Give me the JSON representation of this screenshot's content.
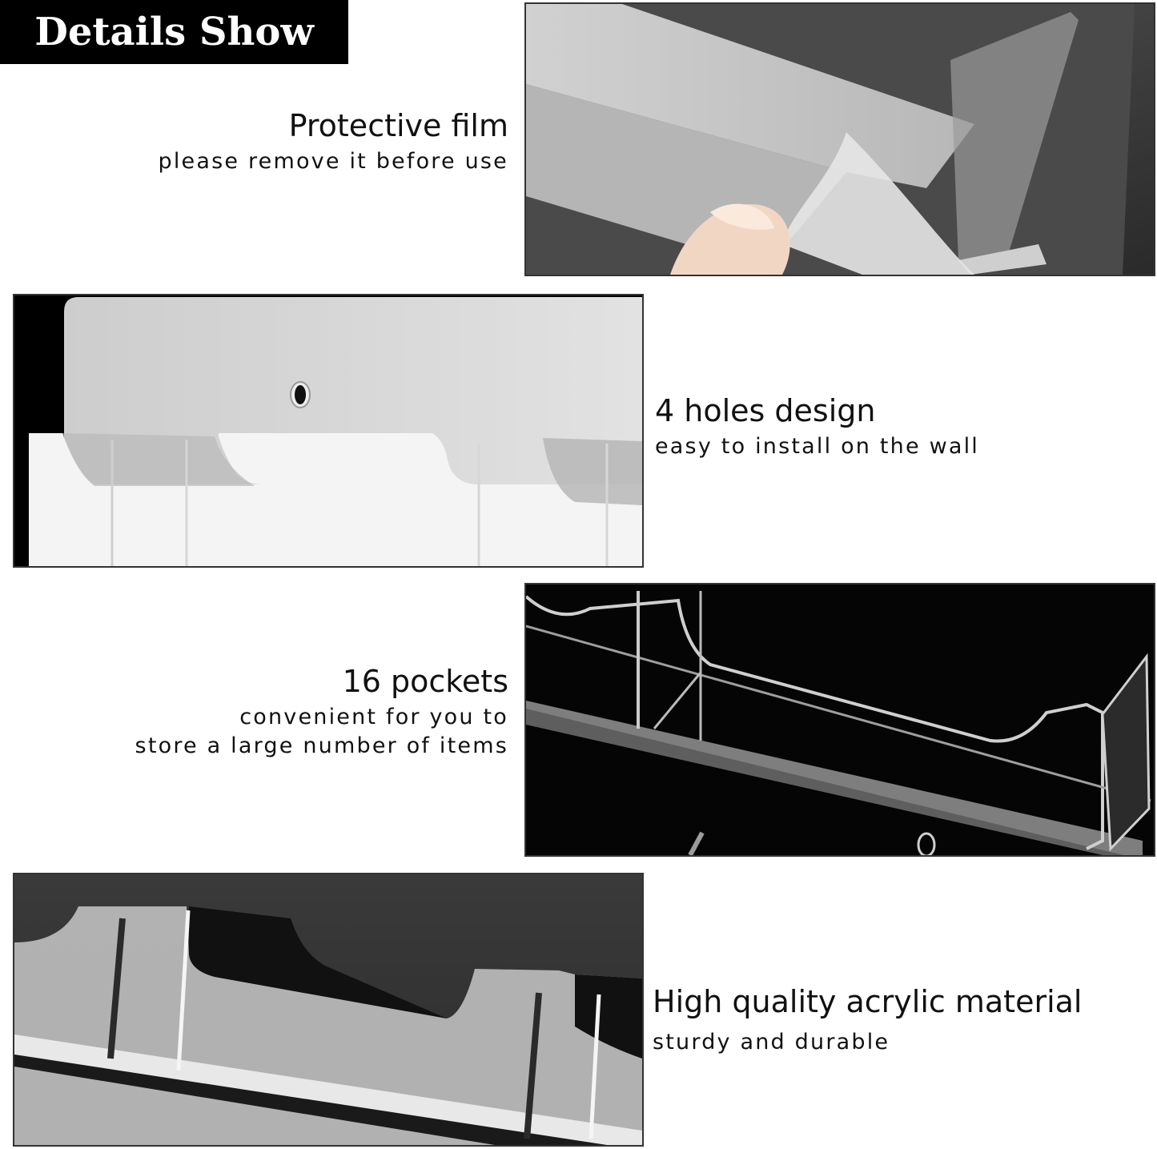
{
  "header": {
    "title": "Details Show",
    "background": "#000000",
    "text_color": "#ffffff"
  },
  "features": [
    {
      "title": "Protective film",
      "subtitle_lines": [
        "please remove it before use"
      ],
      "image": "photo of hand peeling protective film off acrylic pocket"
    },
    {
      "title": "4 holes design",
      "subtitle_lines": [
        "easy to install on the wall"
      ],
      "image": "close-up of acrylic backplate with mounting hole"
    },
    {
      "title": "16 pockets",
      "subtitle_lines": [
        "convenient for you to",
        "store a large number of items"
      ],
      "image": "close-up of clear acrylic pocket on black background"
    },
    {
      "title": "High quality acrylic material",
      "subtitle_lines": [
        "sturdy and durable"
      ],
      "image": "angled view of clear acrylic pockets on dark background"
    }
  ],
  "colors": {
    "page_background": "#ffffff",
    "text": "#111111",
    "panel_border": "#333333"
  }
}
